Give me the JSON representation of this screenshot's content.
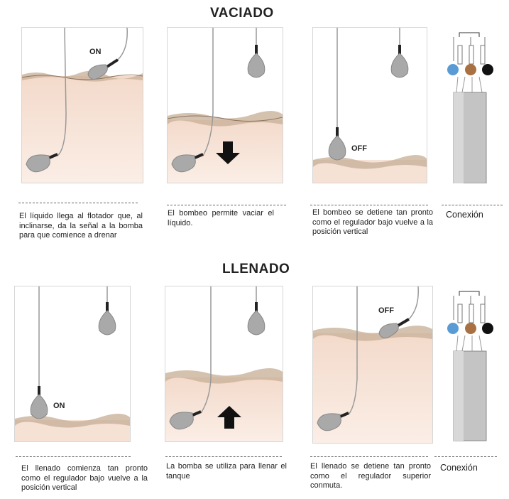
{
  "vaciado": {
    "title": "VACIADO",
    "captions": [
      "El líquido llega al flotador que, al inclinarse, da la señal a la bomba para que comience a drenar",
      "El bombeo permite vaciar el líquido.",
      "El bombeo se detiene tan pronto como el regulador bajo vuelve a la posición vertical"
    ],
    "conexion": "Conexión",
    "labels": {
      "on": "ON",
      "off": "OFF"
    }
  },
  "llenado": {
    "title": "LLENADO",
    "captions": [
      "El llenado comienza tan pronto como el regulador bajo vuelve a la posición vertical",
      "La bomba se utiliza para llenar el tanque",
      "El llenado se detiene tan pronto como el regulador superior conmuta."
    ],
    "conexion": "Conexión",
    "labels": {
      "on": "ON",
      "off": "OFF"
    }
  },
  "colors": {
    "liquid": "#f6e1d5",
    "liquid_surface": "#c9b29a",
    "float": "#a9a9a9",
    "wire_blue": "#5b9bd5",
    "wire_brown": "#a97142",
    "wire_black": "#111111",
    "cable": "#b8b8b8"
  }
}
